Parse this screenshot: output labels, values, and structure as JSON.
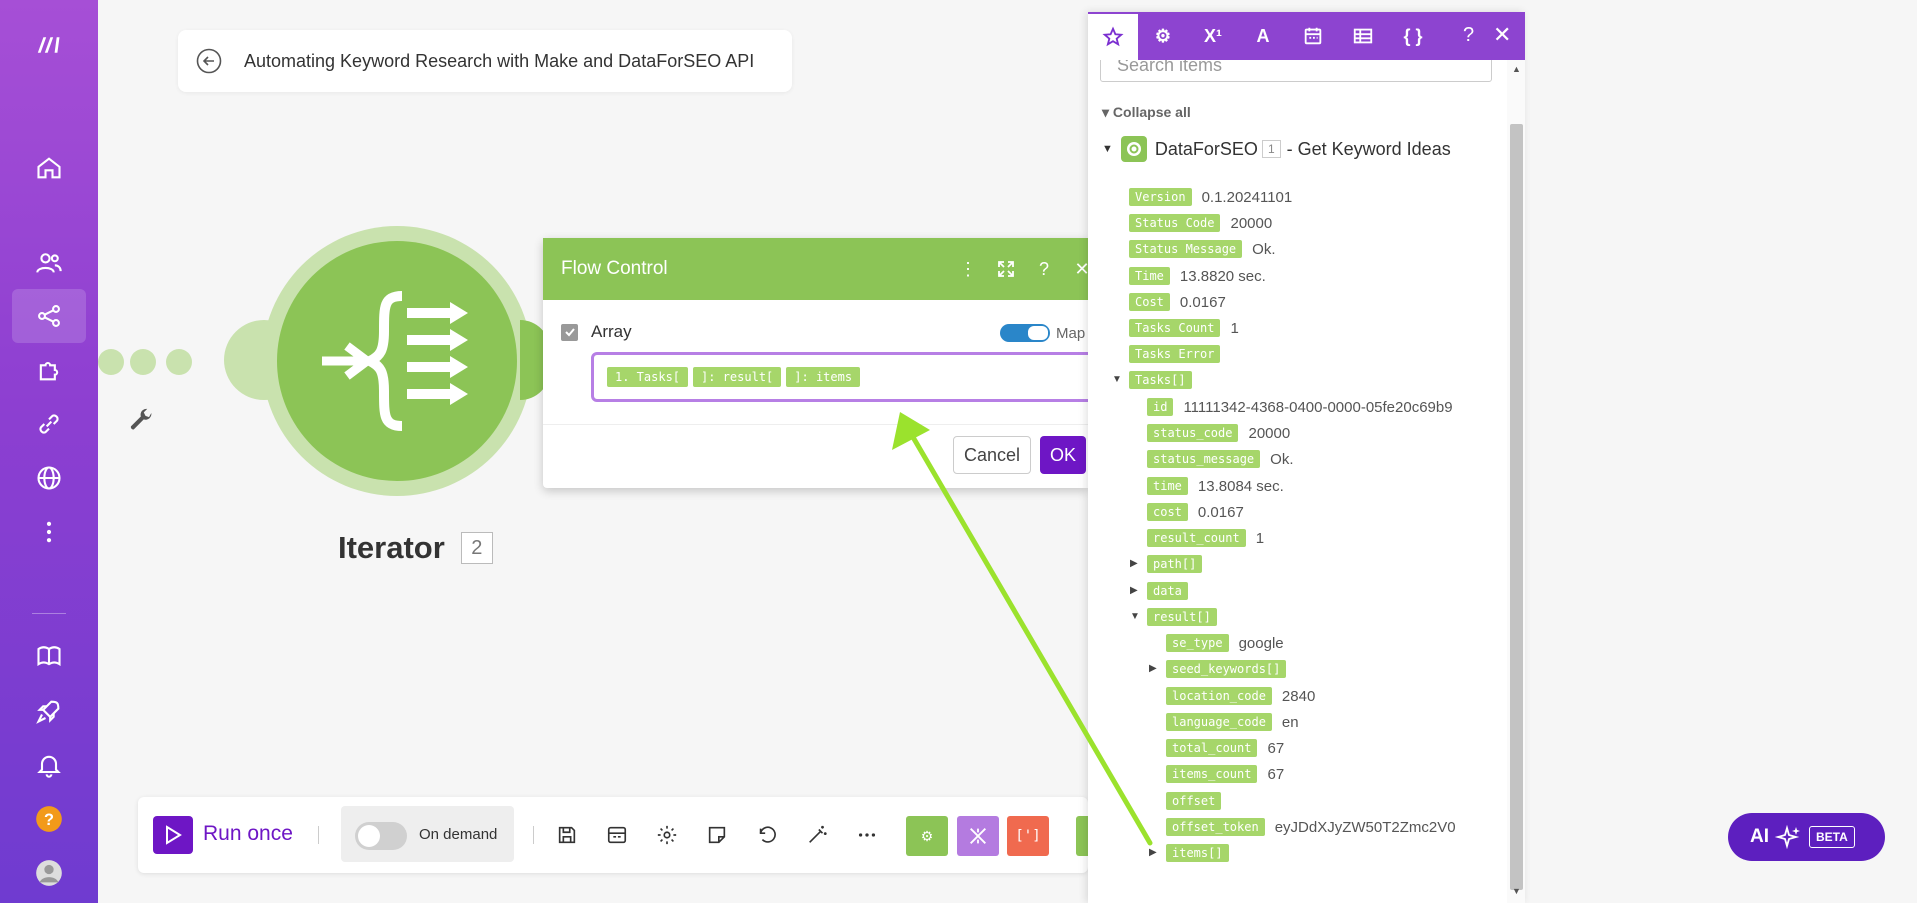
{
  "scenario": {
    "title": "Automating Keyword Research with Make and DataForSEO API"
  },
  "module": {
    "name": "Iterator",
    "number": "2"
  },
  "dialog": {
    "title": "Flow Control",
    "field_label": "Array",
    "map_label": "Map",
    "map_enabled": true,
    "mapping_tokens": [
      "1. Tasks[",
      "]: result[",
      "]: items"
    ],
    "cancel_label": "Cancel",
    "ok_label": "OK"
  },
  "toolbar": {
    "run_label": "Run once",
    "schedule_label": "On demand"
  },
  "panel": {
    "search_placeholder": "Search items",
    "collapse_label": "Collapse all",
    "root": {
      "app": "DataForSEO",
      "number": "1",
      "action": "- Get Keyword Ideas"
    },
    "items": [
      {
        "label": "Version",
        "value": "0.1.20241101"
      },
      {
        "label": "Status Code",
        "value": "20000"
      },
      {
        "label": "Status Message",
        "value": "Ok."
      },
      {
        "label": "Time",
        "value": "13.8820 sec."
      },
      {
        "label": "Cost",
        "value": "0.0167"
      },
      {
        "label": "Tasks Count",
        "value": "1"
      },
      {
        "label": "Tasks Error",
        "value": ""
      },
      {
        "label": "Tasks[]",
        "value": ""
      },
      {
        "label": "id",
        "value": "11111342-4368-0400-0000-05fe20c69b9"
      },
      {
        "label": "status_code",
        "value": "20000"
      },
      {
        "label": "status_message",
        "value": "Ok."
      },
      {
        "label": "time",
        "value": "13.8084 sec."
      },
      {
        "label": "cost",
        "value": "0.0167"
      },
      {
        "label": "result_count",
        "value": "1"
      },
      {
        "label": "path[]",
        "value": ""
      },
      {
        "label": "data",
        "value": ""
      },
      {
        "label": "result[]",
        "value": ""
      },
      {
        "label": "se_type",
        "value": "google"
      },
      {
        "label": "seed_keywords[]",
        "value": ""
      },
      {
        "label": "location_code",
        "value": "2840"
      },
      {
        "label": "language_code",
        "value": "en"
      },
      {
        "label": "total_count",
        "value": "67"
      },
      {
        "label": "items_count",
        "value": "67"
      },
      {
        "label": "offset",
        "value": ""
      },
      {
        "label": "offset_token",
        "value": "eyJDdXJyZW50T2Zmc2V0"
      },
      {
        "label": "items[]",
        "value": ""
      }
    ]
  },
  "ai_button": {
    "label": "AI",
    "badge": "BETA"
  },
  "colors": {
    "brand_purple": "#6e16c5",
    "module_green": "#8cc456",
    "tag_green": "#a6d66a",
    "arrow_green": "#9be22d"
  }
}
